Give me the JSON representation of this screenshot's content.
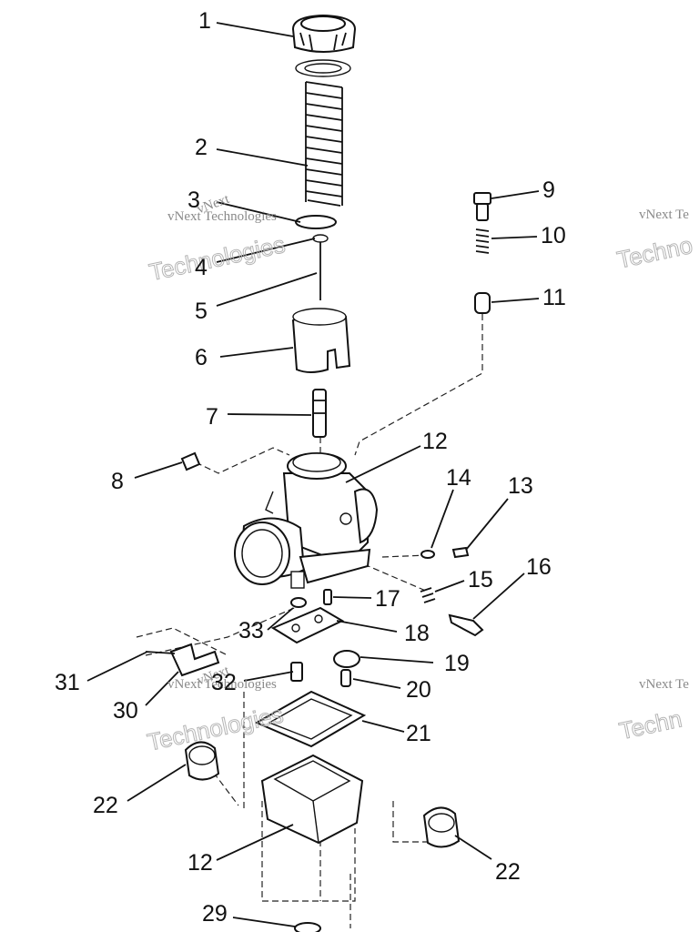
{
  "callouts": {
    "c1": "1",
    "c2": "2",
    "c3": "3",
    "c4": "4",
    "c5": "5",
    "c6": "6",
    "c7": "7",
    "c8": "8",
    "c9": "9",
    "c10": "10",
    "c11": "11",
    "c12a": "12",
    "c13": "13",
    "c14": "14",
    "c15": "15",
    "c16": "16",
    "c17": "17",
    "c18": "18",
    "c19": "19",
    "c20": "20",
    "c21": "21",
    "c22a": "22",
    "c22b": "22",
    "c12b": "12",
    "c29": "29",
    "c30": "30",
    "c31": "31",
    "c32": "32",
    "c33": "33"
  },
  "watermark": {
    "line_a": "vNext Technologies",
    "line_b": "vNext",
    "line_c": "Technologies",
    "line_d": "vNext Te",
    "line_e": "Techno",
    "line_f": "vNext Te",
    "line_g": "Techn"
  }
}
